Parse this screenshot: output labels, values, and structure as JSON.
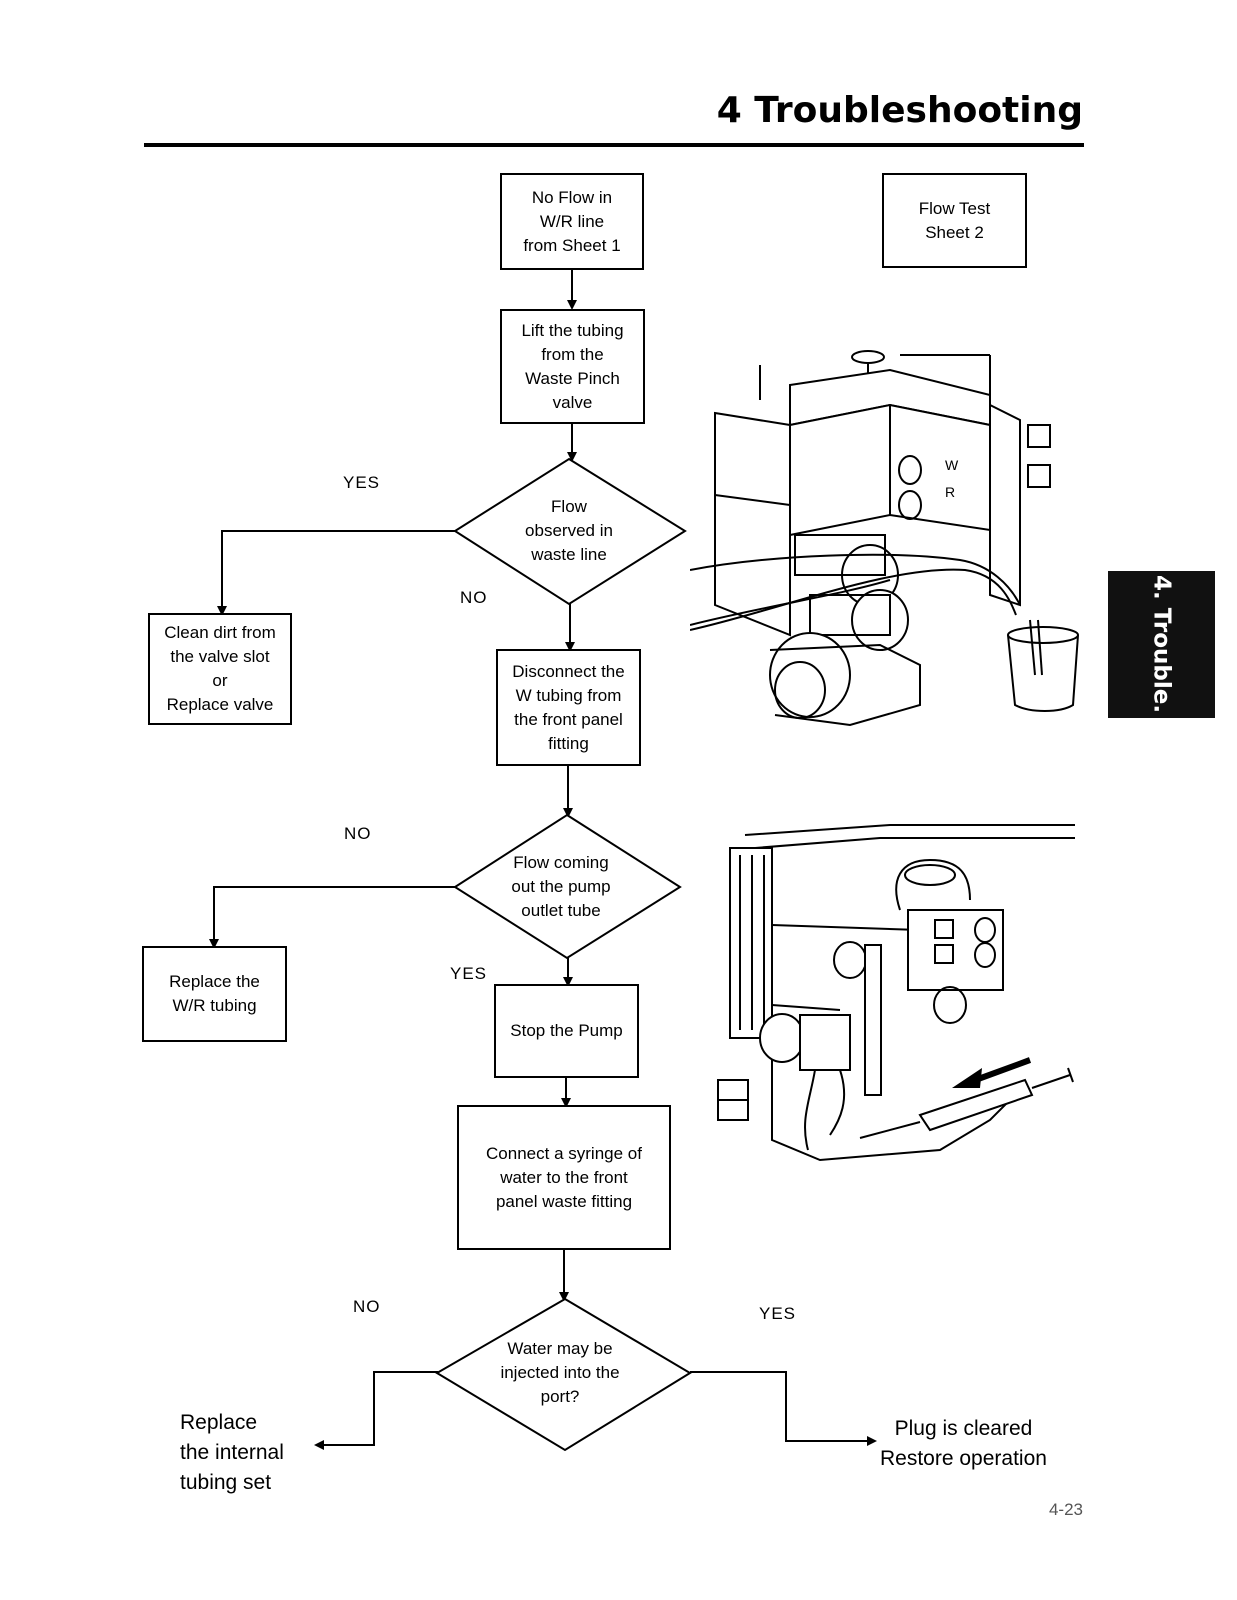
{
  "header": {
    "title": "4 Troubleshooting"
  },
  "side_tab": {
    "label": "4. Trouble."
  },
  "page_number": "4-23",
  "flowchart": {
    "start": "No Flow in\nW/R line\nfrom Sheet 1",
    "sheet_label": "Flow Test\nSheet 2",
    "step_lift": "Lift the tubing\nfrom the\nWaste Pinch\nvalve",
    "decision_flow_waste": "Flow\nobserved in\nwaste line",
    "action_clean": "Clean dirt from\nthe valve slot\nor\nReplace valve",
    "step_disconnect": "Disconnect the\nW tubing from\nthe front panel\nfitting",
    "decision_pump": "Flow coming\nout the pump\noutlet tube",
    "action_replace_wr": "Replace the\nW/R tubing",
    "step_stop_pump": "Stop the Pump",
    "step_syringe": "Connect a syringe of\nwater to the front\npanel waste fitting",
    "decision_inject": "Water may be\ninjected into the\nport?",
    "end_replace": "Replace\nthe internal\ntubing set",
    "end_cleared": "Plug is cleared\nRestore operation",
    "labels": {
      "yes_1": "YES",
      "no_1": "NO",
      "no_2": "NO",
      "yes_2": "YES",
      "no_3": "NO",
      "yes_3": "YES"
    }
  },
  "illustration_labels": {
    "valve_w": "W",
    "valve_r": "R"
  }
}
